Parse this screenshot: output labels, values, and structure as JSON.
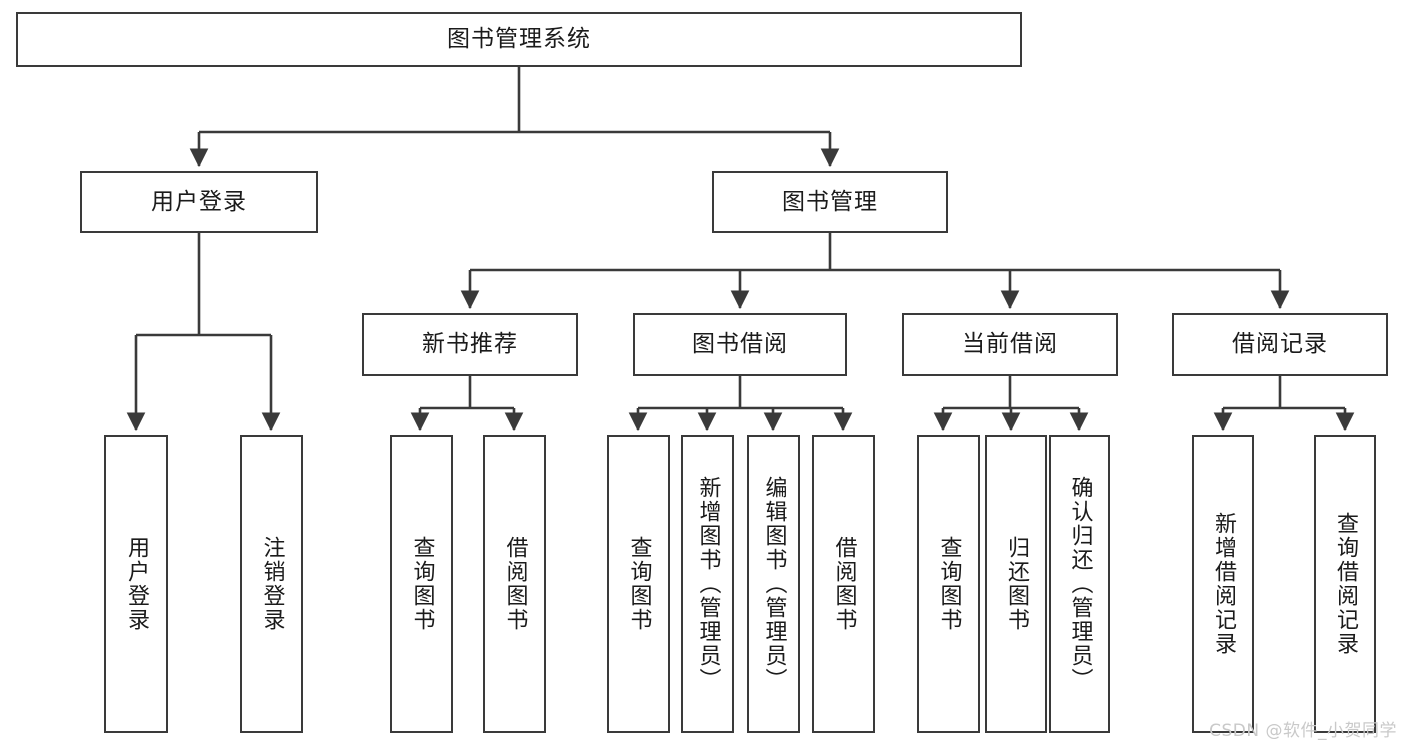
{
  "diagram": {
    "title": "图书管理系统",
    "type": "tree-hierarchy-chart",
    "root": {
      "label": "图书管理系统"
    },
    "level2": [
      {
        "label": "用户登录"
      },
      {
        "label": "图书管理"
      }
    ],
    "level3": [
      {
        "label": "新书推荐"
      },
      {
        "label": "图书借阅"
      },
      {
        "label": "当前借阅"
      },
      {
        "label": "借阅记录"
      }
    ],
    "leaves": [
      {
        "label": "用户登录"
      },
      {
        "label": "注销登录"
      },
      {
        "label": "查询图书"
      },
      {
        "label": "借阅图书"
      },
      {
        "label": "查询图书"
      },
      {
        "label": "新增图书（管理员）"
      },
      {
        "label": "编辑图书（管理员）"
      },
      {
        "label": "借阅图书"
      },
      {
        "label": "查询图书"
      },
      {
        "label": "归还图书"
      },
      {
        "label": "确认归还（管理员）"
      },
      {
        "label": "新增借阅记录"
      },
      {
        "label": "查询借阅记录"
      }
    ],
    "watermark": "CSDN @软件_小贺同学",
    "colors": {
      "stroke": "#3a3a3a",
      "text": "#1b1b1b",
      "background": "#ffffff",
      "watermark": "#c9c9c9"
    }
  }
}
